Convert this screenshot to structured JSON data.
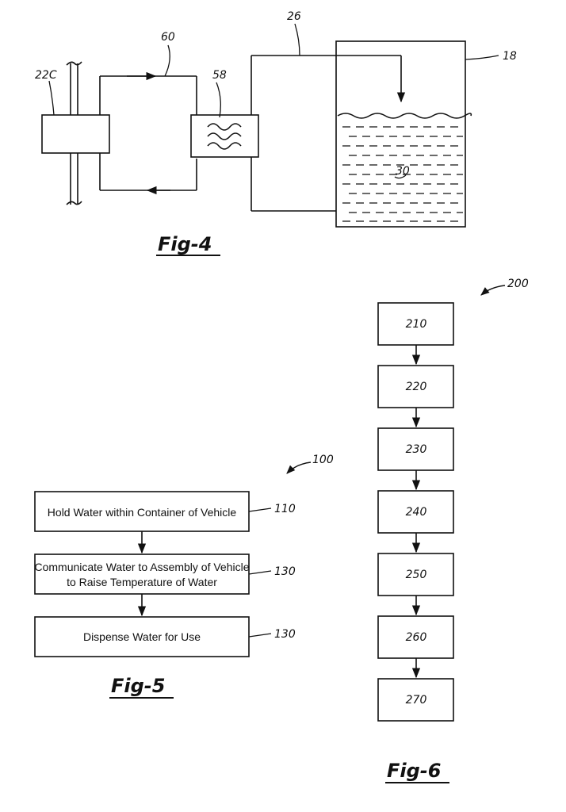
{
  "fig4": {
    "title": "Fig-4",
    "refs": {
      "r22c": "22C",
      "r60": "60",
      "r58": "58",
      "r26": "26",
      "r18": "18",
      "r30": "30"
    }
  },
  "fig5": {
    "title": "Fig-5",
    "ref": "100",
    "steps": [
      {
        "lines": [
          "Hold Water within Container of Vehicle"
        ],
        "ref": "110"
      },
      {
        "lines": [
          "Communicate Water to Assembly of Vehicle",
          "to Raise Temperature of Water"
        ],
        "ref": "130"
      },
      {
        "lines": [
          "Dispense Water for Use"
        ],
        "ref": "130"
      }
    ]
  },
  "fig6": {
    "title": "Fig-6",
    "ref": "200",
    "steps": [
      "210",
      "220",
      "230",
      "240",
      "250",
      "260",
      "270"
    ]
  }
}
